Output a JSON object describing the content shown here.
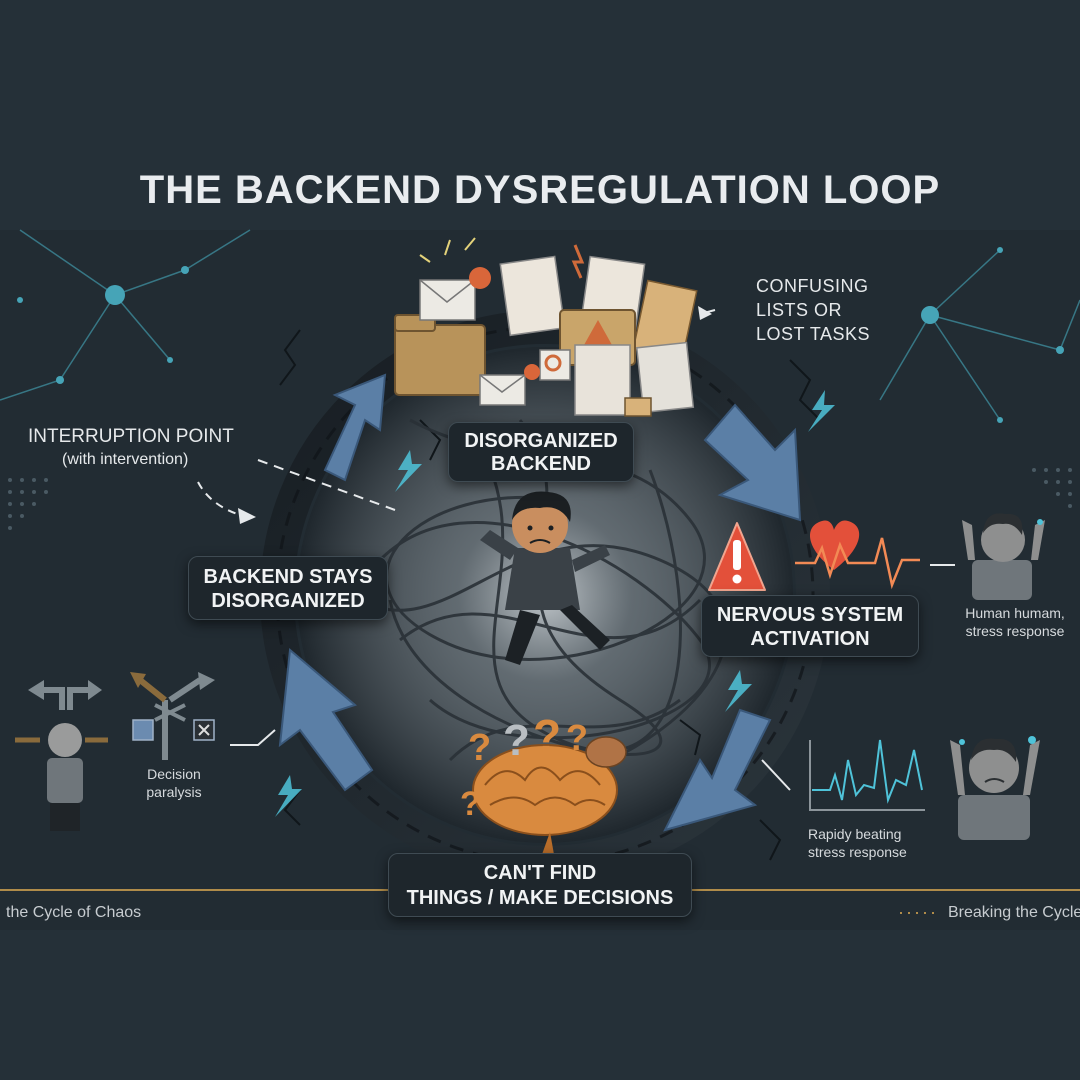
{
  "title": "THE BACKEND DYSREGULATION LOOP",
  "nodes": {
    "top": [
      "DISORGANIZED",
      "BACKEND"
    ],
    "right": [
      "NERVOUS SYSTEM",
      "ACTIVATION"
    ],
    "bottom": [
      "CAN'T FIND",
      "THINGS / MAKE DECISIONS"
    ],
    "left": [
      "BACKEND STAYS",
      "DISORGANIZED"
    ]
  },
  "annotations": {
    "confusing": [
      "CONFUSING",
      "LISTS OR",
      "LOST TASKS"
    ],
    "interruption_title": "INTERRUPTION POINT",
    "interruption_sub": "(with intervention)"
  },
  "captions": {
    "human_stress": [
      "Human humam,",
      "stress response"
    ],
    "rapid": [
      "Rapidy beating",
      "stress response"
    ],
    "decision": [
      "Decision",
      "paralysis"
    ]
  },
  "footer": {
    "left": "the Cycle of Chaos",
    "right": "Breaking the Cycle"
  },
  "colors": {
    "background": "#253038",
    "accent_cyan": "#4fc3d9",
    "arrow_blue": "#5b7fa6",
    "alert_red": "#e3503a",
    "folder_tan": "#c9a56a",
    "brain_orange": "#d98a3f",
    "gold_line": "#b08c4a"
  }
}
